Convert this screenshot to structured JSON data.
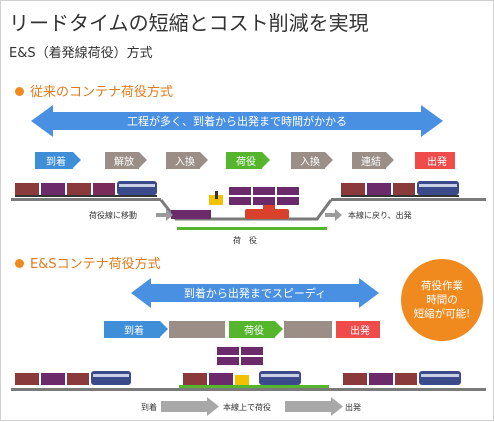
{
  "title": "リードタイムの短縮とコスト削減を実現",
  "subtitle": "E&S（着発線荷役）方式",
  "conventional": {
    "heading": "従来のコンテナ荷役方式",
    "banner": "工程が多く、到着から出発まで時間がかかる",
    "steps": [
      "到着",
      "解放",
      "入換",
      "荷役",
      "入換",
      "連結",
      "出発"
    ],
    "move_label": "荷役線に移動",
    "return_label": "本線に戻り、出発",
    "yard_label": "荷　役"
  },
  "es": {
    "heading": "E&Sコンテナ荷役方式",
    "banner": "到着から出発までスピーディ",
    "steps": [
      "到着",
      "荷役",
      "出発"
    ],
    "bottom_labels": [
      "到着",
      "本線上で荷役",
      "出発"
    ]
  },
  "badge": [
    "荷役作業",
    "時間の",
    "短縮が可能!"
  ],
  "colors": {
    "accent_orange": "#f08a1e",
    "arrow_blue": "#4a90e2",
    "step_blue": "#3f8fd8",
    "step_grey": "#9b8e86",
    "step_green": "#55b52d",
    "step_red": "#f04b4b"
  }
}
